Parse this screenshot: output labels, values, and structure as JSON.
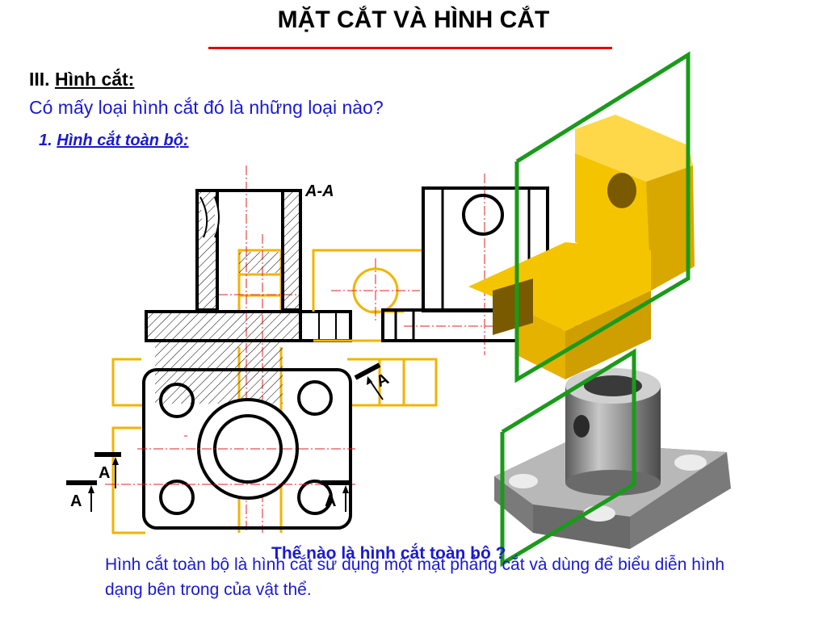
{
  "title": "MẶT CẮT VÀ HÌNH CẮT",
  "section": {
    "number": "III.",
    "heading": "Hình cắt:"
  },
  "question": "Có mấy loại hình cắt đó là những loại nào?",
  "subsection": {
    "number": "1.",
    "heading": "Hình cắt toàn bộ:"
  },
  "diagram": {
    "section_label": "A-A",
    "cut_marks": [
      "A",
      "A",
      "A",
      "A"
    ],
    "colors": {
      "outline": "#000000",
      "hidden_lines": "#f2b400",
      "center_lines": "#e02020",
      "cutting_plane": "#1a9a1a",
      "model_yellow": "#f5c400",
      "model_gray": "#8a8a8a"
    }
  },
  "overlay_question": "Thế nào là hình cắt toàn bộ ?",
  "answer": "Hình cắt toàn bộ là hình cắt sử dụng một mặt phẳng cắt và dùng để biểu diễn hình dạng bên trong của vật thể."
}
